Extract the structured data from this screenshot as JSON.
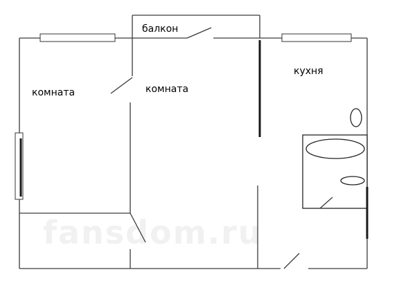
{
  "rooms": {
    "balcony": "балкон",
    "room_left": "комната",
    "room_middle": "комната",
    "kitchen": "кухня"
  },
  "watermark": "fansdom.ru",
  "colors": {
    "wall": "#3a3a3a",
    "background": "#ffffff",
    "watermark": "#f1f1f1"
  }
}
